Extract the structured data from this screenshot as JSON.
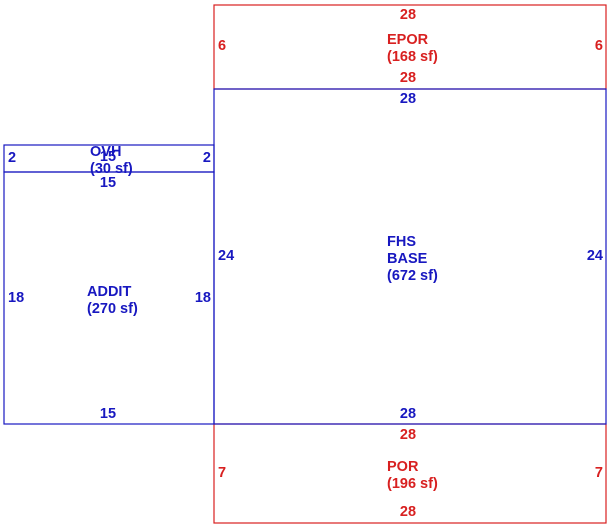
{
  "colors": {
    "blue": "#1818c0",
    "red": "#d82020"
  },
  "areas": {
    "epor": {
      "name": "EPOR",
      "area": "(168 sf)",
      "dim_top": "28",
      "dim_bottom": "28",
      "dim_left": "6",
      "dim_right": "6"
    },
    "fhs_base": {
      "name_line1": "FHS",
      "name_line2": "BASE",
      "area": "(672 sf)",
      "dim_top": "28",
      "dim_bottom": "28",
      "dim_left": "24",
      "dim_right": "24"
    },
    "ovh": {
      "name": "OVH",
      "area": "(30 sf)",
      "dim_top": "15",
      "dim_bottom": "15",
      "dim_left": "2",
      "dim_right": "2"
    },
    "addit": {
      "name": "ADDIT",
      "area": "(270 sf)",
      "dim_top": "15",
      "dim_bottom": "15",
      "dim_left": "18",
      "dim_right": "18"
    },
    "por": {
      "name": "POR",
      "area": "(196 sf)",
      "dim_top": "28",
      "dim_bottom": "28",
      "dim_left": "7",
      "dim_right": "7"
    }
  }
}
